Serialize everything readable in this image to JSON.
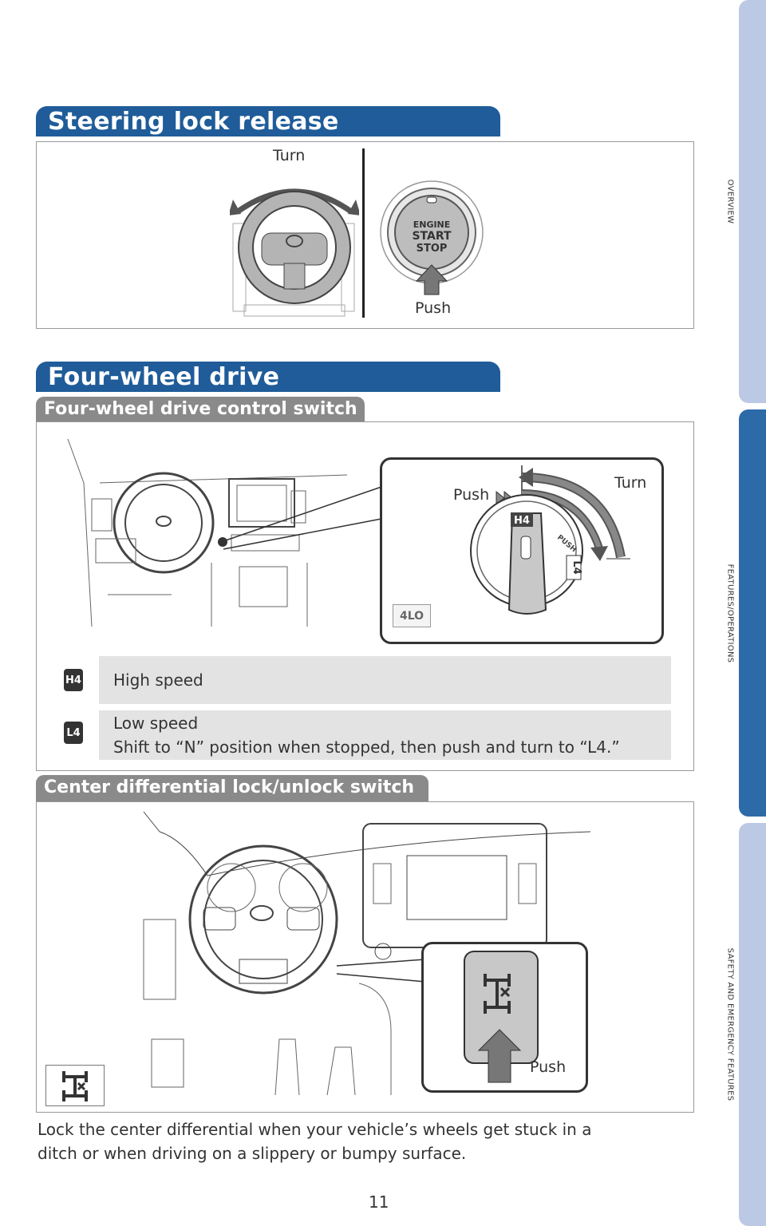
{
  "side_tabs": [
    {
      "label": "OVERVIEW",
      "color": "#bcc9e4"
    },
    {
      "label": "FEATURES/OPERATIONS",
      "color": "#2d6aa8"
    },
    {
      "label": "SAFETY AND EMERGENCY FEATURES",
      "color": "#bcc9e4"
    }
  ],
  "steering": {
    "title": "Steering lock release",
    "turn_label": "Turn",
    "push_label": "Push",
    "button_line1": "ENGINE",
    "button_line2": "START",
    "button_line3": "STOP"
  },
  "fourwd": {
    "title": "Four-wheel drive",
    "control_switch": {
      "title": "Four-wheel drive control switch",
      "push_label": "Push",
      "turn_label": "Turn",
      "dial_h4": "H4",
      "dial_l4": "L4",
      "dial_push": "PUSH",
      "indicator": "4LO"
    },
    "modes": [
      {
        "icon": "H4",
        "line1": "High speed",
        "line2": ""
      },
      {
        "icon": "L4",
        "line1": "Low speed",
        "line2": "Shift to “N” position when stopped, then push and turn to “L4.”"
      }
    ]
  },
  "center_diff": {
    "title": "Center differential lock/unlock switch",
    "push_label": "Push",
    "description_line1": "Lock the center differential when your vehicle’s wheels get stuck in a",
    "description_line2": "ditch or when driving on a slippery or bumpy surface."
  },
  "page_number": "11",
  "colors": {
    "header_blue": "#1f5c99",
    "subheader_gray": "#8a8a8a",
    "row_gray": "#e3e3e3"
  }
}
